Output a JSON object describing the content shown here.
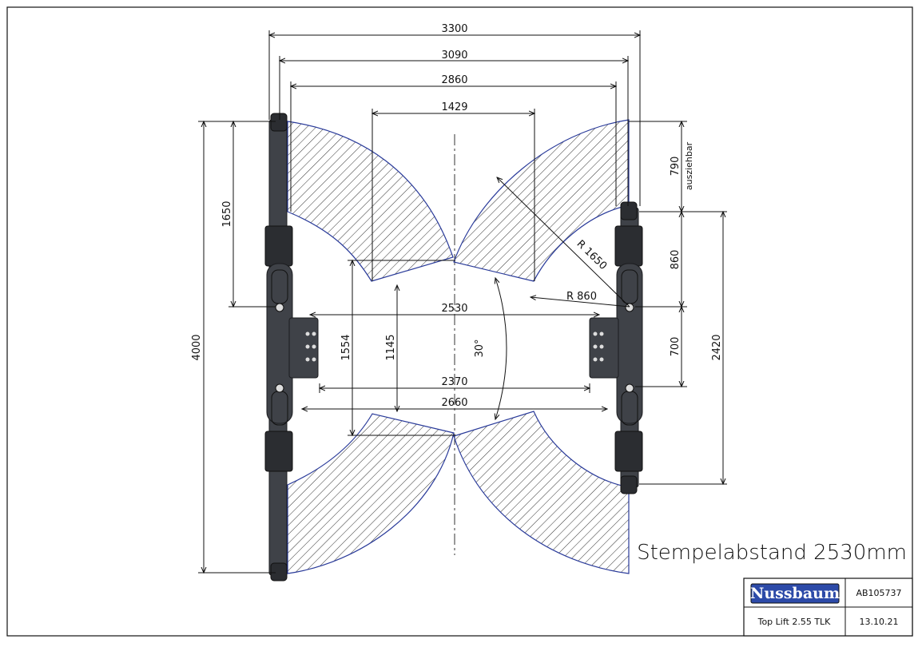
{
  "drawing": {
    "title": "Stempelabstand 2530mm",
    "dimensions": {
      "d3300": "3300",
      "d3090": "3090",
      "d2860": "2860",
      "d1429": "1429",
      "d4000": "4000",
      "d1650": "1650",
      "d790": "790",
      "auszieh": "ausziehbar",
      "d860": "860",
      "d700": "700",
      "d2420": "2420",
      "r1650": "R 1650",
      "r860": "R 860",
      "d2530": "2530",
      "d2370": "2370",
      "d2660": "2660",
      "d1554": "1554",
      "d1145": "1145",
      "angle": "30°"
    }
  },
  "title_block": {
    "logo": "Nussbaum",
    "drawing_number": "AB105737",
    "model": "Top Lift 2.55 TLK",
    "date": "13.10.21"
  },
  "colors": {
    "outline": "#2a3b9a",
    "logo_bg": "#2c4aa8"
  }
}
